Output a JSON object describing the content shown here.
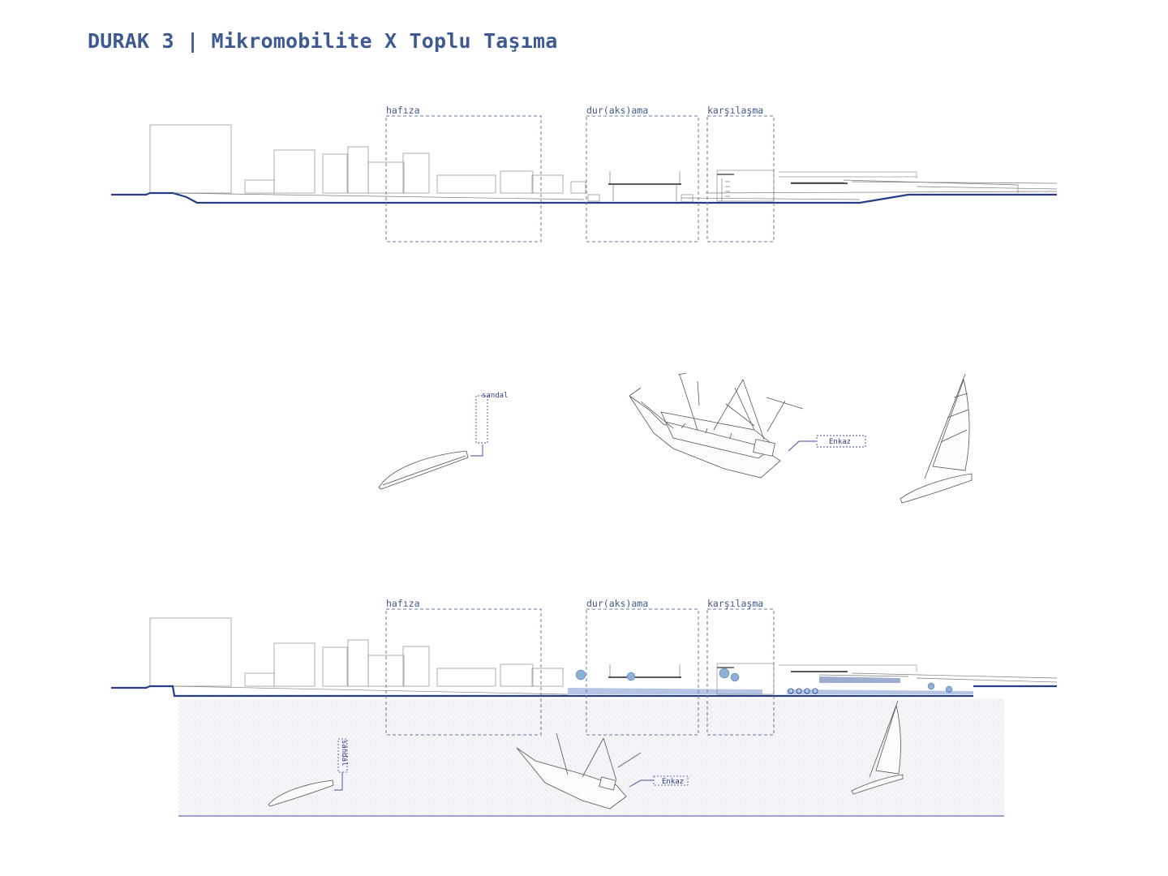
{
  "header": {
    "title": "DURAK 3 | Mikromobilite X Toplu Taşıma"
  },
  "zones": {
    "memory": "hafıza",
    "pause": "dur(aks)ama",
    "encounter": "karşılaşma"
  },
  "objects": {
    "boat": "sandal",
    "wreck": "Enkaz"
  },
  "colors": {
    "accent": "#3e5a91",
    "ground_line": "#223f85",
    "frame": "#6a79a8"
  }
}
